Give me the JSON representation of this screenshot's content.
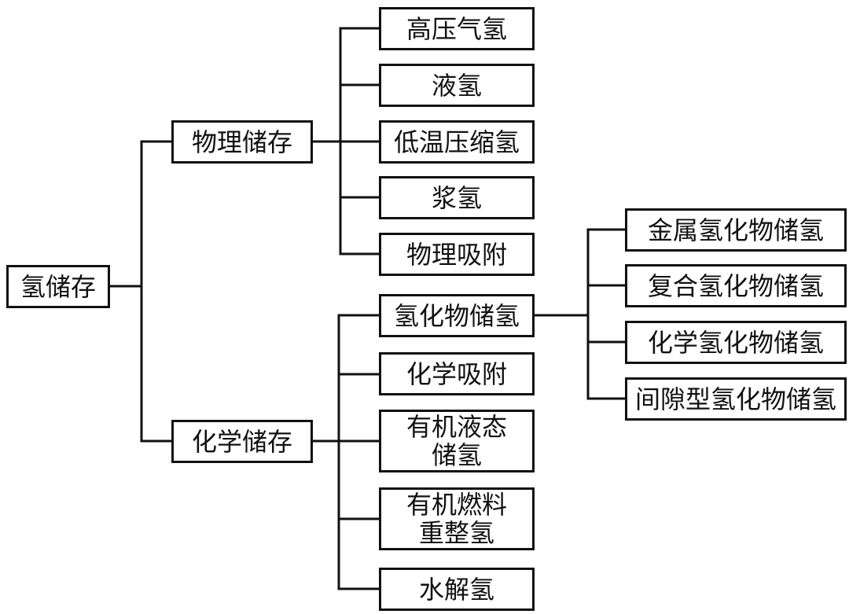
{
  "root": "氢储存",
  "physical": {
    "label": "物理储存",
    "children": [
      "高压气氢",
      "液氢",
      "低温压缩氢",
      "浆氢",
      "物理吸附"
    ]
  },
  "chemical": {
    "label": "化学储存",
    "children": [
      "氢化物储氢",
      "化学吸附",
      "有机液态\n储氢",
      "有机燃料\n重整氢",
      "水解氢"
    ]
  },
  "hydride": {
    "children": [
      "金属氢化物储氢",
      "复合氢化物储氢",
      "化学氢化物储氢",
      "间隙型氢化物储氢"
    ]
  }
}
